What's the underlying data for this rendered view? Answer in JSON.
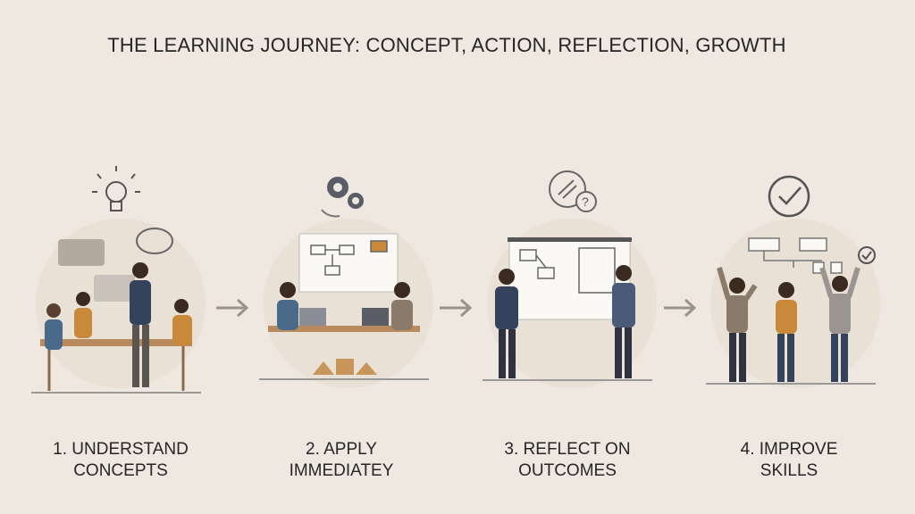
{
  "title": "THE LEARNING JOURNEY: CONCEPT, ACTION, REFLECTION, GROWTH",
  "steps": [
    {
      "line1": "1. UNDERSTAND",
      "line2": "CONCEPTS",
      "icon": "lightbulb-icon"
    },
    {
      "line1": "2. APPLY",
      "line2": "IMMEDIATEY",
      "icon": "gears-icon"
    },
    {
      "line1": "3. REFLECT ON",
      "line2": "OUTCOMES",
      "icon": "magnifier-question-icon"
    },
    {
      "line1": "4. IMPROVE",
      "line2": "SKILLS",
      "icon": "checkmark-icon"
    }
  ],
  "colors": {
    "background": "#efe8e1",
    "navy": "#34425c",
    "ochre": "#c88a3a",
    "wood": "#b98a5e",
    "gray": "#8a8580"
  }
}
